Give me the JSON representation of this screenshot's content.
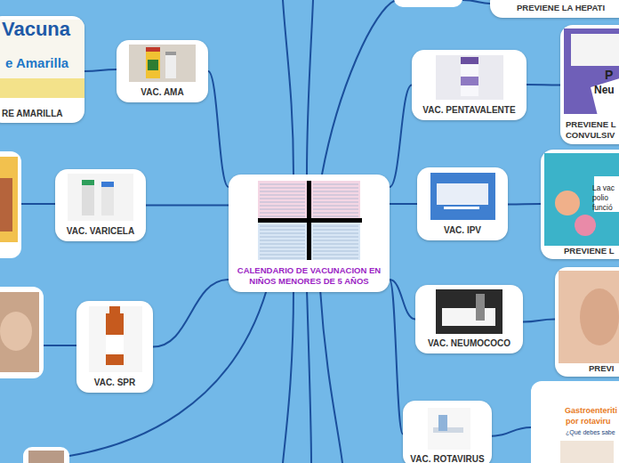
{
  "diagram": {
    "nodes": [
      {
        "text": [
          "CALENDARIO DE VACUNACION EN NIÑOS MENORES DE 5 AÑOS"
        ]
      },
      {
        "text": [
          "RE AMARILLA"
        ]
      },
      {
        "text": [
          "VAC. AMA"
        ]
      },
      {
        "text": [
          "PREVIENE LA HEPATI"
        ]
      },
      {
        "text": [
          "VAC. PENTAVALENTE"
        ]
      },
      {
        "text": [
          "PREVIENE L",
          "CONVULSIV"
        ]
      },
      {
        "text": [
          "VAC. VARICELA"
        ]
      },
      {
        "text": [
          "VAC. IPV"
        ]
      },
      {
        "text": [
          "PREVIENE L"
        ]
      },
      {
        "text": [
          "VAC. SPR"
        ]
      },
      {
        "text": [
          "VAC. NEUMOCOCO"
        ]
      },
      {
        "text": [
          "PREVI"
        ]
      },
      {
        "text": [
          "VAC. ROTAVIRUS"
        ]
      }
    ],
    "edges": [
      {
        "from": 0,
        "to": 2,
        "arrow": "none"
      },
      {
        "from": 2,
        "to": 1,
        "arrow": "none"
      },
      {
        "from": 0,
        "to": 4,
        "arrow": "none"
      },
      {
        "from": 4,
        "to": 5,
        "arrow": "none"
      },
      {
        "from": 0,
        "to": 6,
        "arrow": "none"
      },
      {
        "from": 0,
        "to": 7,
        "arrow": "none"
      },
      {
        "from": 7,
        "to": 8,
        "arrow": "none"
      },
      {
        "from": 0,
        "to": 9,
        "arrow": "none"
      },
      {
        "from": 0,
        "to": 10,
        "arrow": "none"
      },
      {
        "from": 10,
        "to": 11,
        "arrow": "none"
      },
      {
        "from": 0,
        "to": 12,
        "arrow": "none"
      }
    ],
    "labels": [
      "Vacuna",
      "e Amarilla",
      "P",
      "Neu",
      "La vac",
      "polio",
      "funció",
      "Gastroenteriti",
      "por rotaviru",
      "¿Qué debes sabe"
    ]
  }
}
